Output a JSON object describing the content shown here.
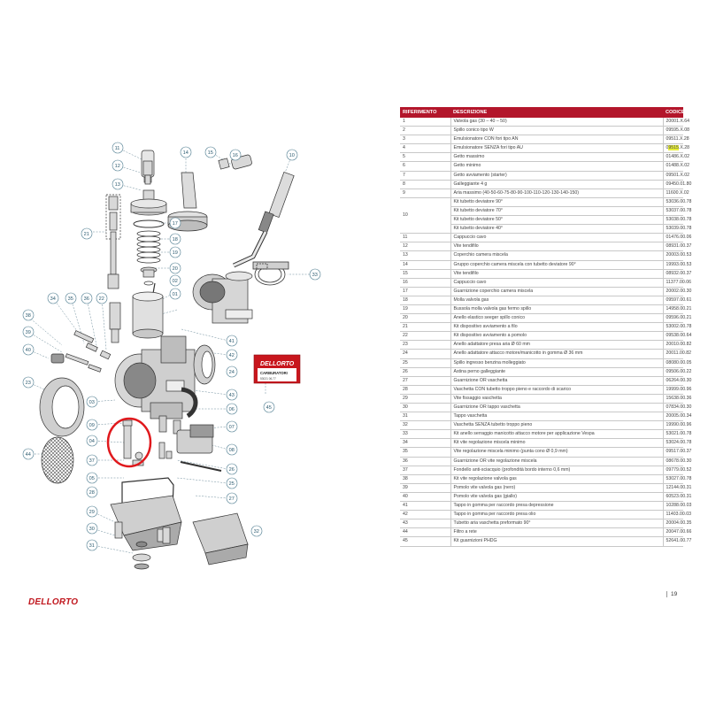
{
  "table": {
    "headers": {
      "rif": "RIFERIMENTO",
      "desc": "DESCRIZIONE",
      "code": "CODICE"
    },
    "rows": [
      {
        "rif": "1",
        "desc": "Valvola gas (30 – 40 – 50)",
        "code": "20001.X.64"
      },
      {
        "rif": "2",
        "desc": "Spillo conico tipo W",
        "code": "09595.X.08"
      },
      {
        "rif": "3",
        "desc": "Emulsionatore CON fori tipo AN",
        "code": "09511.X.28"
      },
      {
        "rif": "4",
        "desc": "Emulsionatore SENZA fori tipo AU",
        "code_pre": "0",
        "code_hl": "9515",
        "code_post": ".X.28"
      },
      {
        "rif": "5",
        "desc": "Getto massimo",
        "code": "01486.X.02"
      },
      {
        "rif": "6",
        "desc": "Getto minimo",
        "code": "01488.X.02"
      },
      {
        "rif": "7",
        "desc": "Getto avviamento (starter)",
        "code": "09501.X.02"
      },
      {
        "rif": "8",
        "desc": "Galleggiante 4 g",
        "code": "09450.01.80"
      },
      {
        "rif": "9",
        "desc": "Aria massimo (40-50-60-75-80-90-100-110-120-130-140-150)",
        "code": "11600.X.02"
      },
      {
        "rif": "10",
        "desc": "Kit tubetto deviatore 90°",
        "code": "53036.00.78"
      },
      {
        "rif": "",
        "desc": "Kit tubetto deviatore 70°",
        "code": "53037.00.78"
      },
      {
        "rif": "",
        "desc": "Kit tubetto deviatore 50°",
        "code": "53038.00.78"
      },
      {
        "rif": "",
        "desc": "Kit tubetto deviatore 40°",
        "code": "53039.00.78"
      },
      {
        "rif": "11",
        "desc": "Cappuccio cavo",
        "code": "01476.00.06"
      },
      {
        "rif": "12",
        "desc": "Vite tendifilo",
        "code": "08931.00.37"
      },
      {
        "rif": "13",
        "desc": "Coperchio camera miscela",
        "code": "20003.00.53"
      },
      {
        "rif": "14",
        "desc": "Gruppo coperchio camera miscela con tubetto deviatore 90°",
        "code": "19993.00.53"
      },
      {
        "rif": "15",
        "desc": "Vite tendifilo",
        "code": "08932.00.37"
      },
      {
        "rif": "16",
        "desc": "Cappuccio cavo",
        "code": "11377.00.06"
      },
      {
        "rif": "17",
        "desc": "Guarnizione coperchio camera miscela",
        "code": "20002.00.30"
      },
      {
        "rif": "18",
        "desc": "Molla valvola gas",
        "code": "09597.00.61"
      },
      {
        "rif": "19",
        "desc": "Bussola molla valvola gas fermo spillo",
        "code": "14958.00.21"
      },
      {
        "rif": "20",
        "desc": "Anello elastico seeger spillo conico",
        "code": "09596.00.21"
      },
      {
        "rif": "21",
        "desc": "Kit dispositivo avviamento a filo",
        "code": "53002.00.78"
      },
      {
        "rif": "22",
        "desc": "Kit dispositivo avviamento a pomolo",
        "code": "09538.00.64"
      },
      {
        "rif": "23",
        "desc": "Anello adattatore presa aria Ø 60 mm",
        "code": "20010.00.82"
      },
      {
        "rif": "24",
        "desc": "Anello adattatore attacco motore/manicotto in gomma Ø 36 mm",
        "code": "20011.00.82"
      },
      {
        "rif": "25",
        "desc": "Spillo ingresso benzina molleggiato",
        "code": "08080.00.05"
      },
      {
        "rif": "26",
        "desc": "Astina perno galleggiante",
        "code": "09506.00.22"
      },
      {
        "rif": "27",
        "desc": "Guarnizione OR vaschetta",
        "code": "06264.00.30"
      },
      {
        "rif": "28",
        "desc": "Vaschetta CON tubetto troppo pieno e raccordo di scarico",
        "code": "19999.00.96"
      },
      {
        "rif": "29",
        "desc": "Vite fissaggio vaschetta",
        "code": "15638.00.36"
      },
      {
        "rif": "30",
        "desc": "Guarnizione OR tappo vaschetta",
        "code": "07834.00.30"
      },
      {
        "rif": "31",
        "desc": "Tappo vaschetta",
        "code": "20005.00.34"
      },
      {
        "rif": "32",
        "desc": "Vaschetta SENZA tubetto troppo pieno",
        "code": "19990.00.96"
      },
      {
        "rif": "33",
        "desc": "Kit anello serraggio manicotto attacco motore per applicazione Vespa",
        "code": "53021.00.78"
      },
      {
        "rif": "34",
        "desc": "Kit vite regolazione miscela minimo",
        "code": "53024.00.78"
      },
      {
        "rif": "35",
        "desc": "Vite regolazione miscela minimo (punta cono Ø 0,9 mm)",
        "code": "09517.00.37"
      },
      {
        "rif": "36",
        "desc": "Guarnizione OR vite regolazione miscela",
        "code": "08678.00.30"
      },
      {
        "rif": "37",
        "desc": "Fondello anti-sciacquio (profondità bordo interno 0,6 mm)",
        "code": "09779.00.52"
      },
      {
        "rif": "38",
        "desc": "Kit vite regolazione valvola gas",
        "code": "53027.00.78"
      },
      {
        "rif": "39",
        "desc": "Pomolo vite valvola gas (nero)",
        "code": "12144.00.31"
      },
      {
        "rif": "40",
        "desc": "Pomolo vite valvola gas (giallo)",
        "code": "60523.00.31"
      },
      {
        "rif": "41",
        "desc": "Tappo in gomma per raccordo presa depressione",
        "code": "10288.00.03"
      },
      {
        "rif": "42",
        "desc": "Tappo in gomma per raccordo presa olio",
        "code": "11403.00.03"
      },
      {
        "rif": "43",
        "desc": "Tubetto aria vaschetta preformato 90°",
        "code": "20004.00.35"
      },
      {
        "rif": "44",
        "desc": "Filtro a rete",
        "code": "20047.00.66"
      },
      {
        "rif": "45",
        "desc": "Kit guarnizioni PHDG",
        "code": "52641.00.77"
      }
    ]
  },
  "page_number": "19",
  "logo_text": "DELLORTO",
  "label_card": {
    "brand": "DELLORTO",
    "line1": "CARBURATORI",
    "line2": "53021 06.77"
  },
  "callouts": {
    "c01": "01",
    "c02": "02",
    "c03": "03",
    "c04": "04",
    "c05": "05",
    "c06": "06",
    "c07": "07",
    "c08": "08",
    "c09": "09",
    "c10": "10",
    "c11": "11",
    "c12": "12",
    "c13": "13",
    "c14": "14",
    "c15": "15",
    "c16": "16",
    "c17": "17",
    "c18": "18",
    "c19": "19",
    "c20": "20",
    "c21": "21",
    "c22": "22",
    "c23": "23",
    "c24": "24",
    "c25": "25",
    "c26": "26",
    "c27": "27",
    "c28": "28",
    "c29": "29",
    "c30": "30",
    "c31": "31",
    "c32": "32",
    "c33": "33",
    "c34": "34",
    "c35": "35",
    "c36": "36",
    "c37": "37",
    "c38": "38",
    "c39": "39",
    "c40": "40",
    "c41": "41",
    "c42": "42",
    "c43": "43",
    "c44": "44",
    "c45": "45"
  },
  "colors": {
    "accent_red": "#b3162b",
    "callout": "#2c5b70",
    "highlight": "#e8ef3a"
  }
}
